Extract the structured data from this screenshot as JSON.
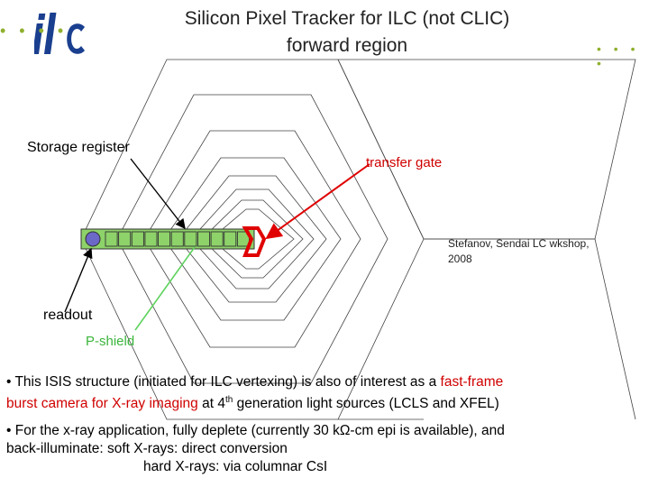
{
  "header": {
    "title_line1": "Silicon Pixel Tracker for ILC  (not CLIC)",
    "title_line2": "forward region",
    "logo_text": "ilc",
    "brand_color": "#1a3f8f",
    "dots_color": "#8fb02e"
  },
  "diagram": {
    "labels": {
      "storage_register": "Storage register",
      "transfer_gate": "transfer gate",
      "readout": "readout",
      "p_shield": "P-shield"
    },
    "credit_line1": "Stefanov, Sendai LC wkshop,",
    "credit_line2": "2008",
    "register_cells": 11,
    "colors": {
      "register_fill": "#8ed26a",
      "readout_node": "#6b68c8",
      "gate": "#e00000",
      "arrow_red": "#e00000",
      "arrow_green": "#5fd35f"
    }
  },
  "bullets": [
    {
      "p1": "•  This ISIS structure (initiated for ILC vertexing) is also of interest as a ",
      "hl1": "fast-frame",
      "hl2": "burst camera for X-ray imaging",
      "p2": " at 4",
      "sup": "th",
      "p3": " generation light sources (LCLS and XFEL)"
    },
    {
      "line1": "•   For the x-ray application, fully deplete (currently 30 kΩ-cm epi is available), and",
      "line2": "back-illuminate: soft X-rays:  direct conversion",
      "line3": "hard X-rays: via columnar CsI"
    }
  ]
}
